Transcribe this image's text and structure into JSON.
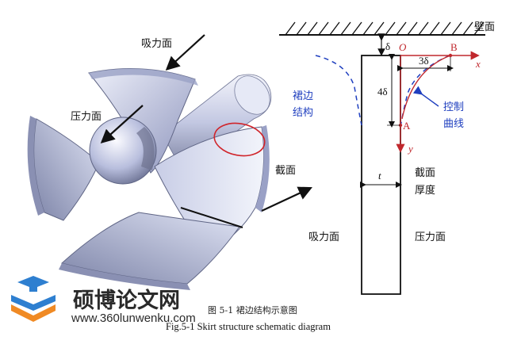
{
  "propeller_labels": {
    "suction_face": "吸力面",
    "pressure_face": "压力面",
    "section": "截面"
  },
  "schematic": {
    "wall": "壁面",
    "delta": "δ",
    "origin": "O",
    "point_b": "B",
    "three_delta": "3δ",
    "x_axis": "x",
    "four_delta": "4δ",
    "point_a": "A",
    "y_axis": "y",
    "skirt_structure": [
      "裙边",
      "结构"
    ],
    "control_curve": [
      "控制",
      "曲线"
    ],
    "thickness_symbol": "t",
    "section_thickness": [
      "截面",
      "厚度"
    ],
    "suction_face": "吸力面",
    "pressure_face": "压力面"
  },
  "caption": {
    "cn": "图 5-1  裙边结构示意图",
    "en": "Fig.5-1 Skirt structure schematic diagram"
  },
  "watermark": {
    "site_name": "硕博论文网",
    "url": "www.360lunwenku.com"
  },
  "colors": {
    "blade_light": "#dde1f3",
    "blade_mid": "#aab1d6",
    "blade_dark": "#6f7490",
    "skirt_blue": "#1f3fbf",
    "control_red": "#c0282d",
    "logo_blue": "#2e7fd0",
    "logo_orange": "#f08a24"
  }
}
